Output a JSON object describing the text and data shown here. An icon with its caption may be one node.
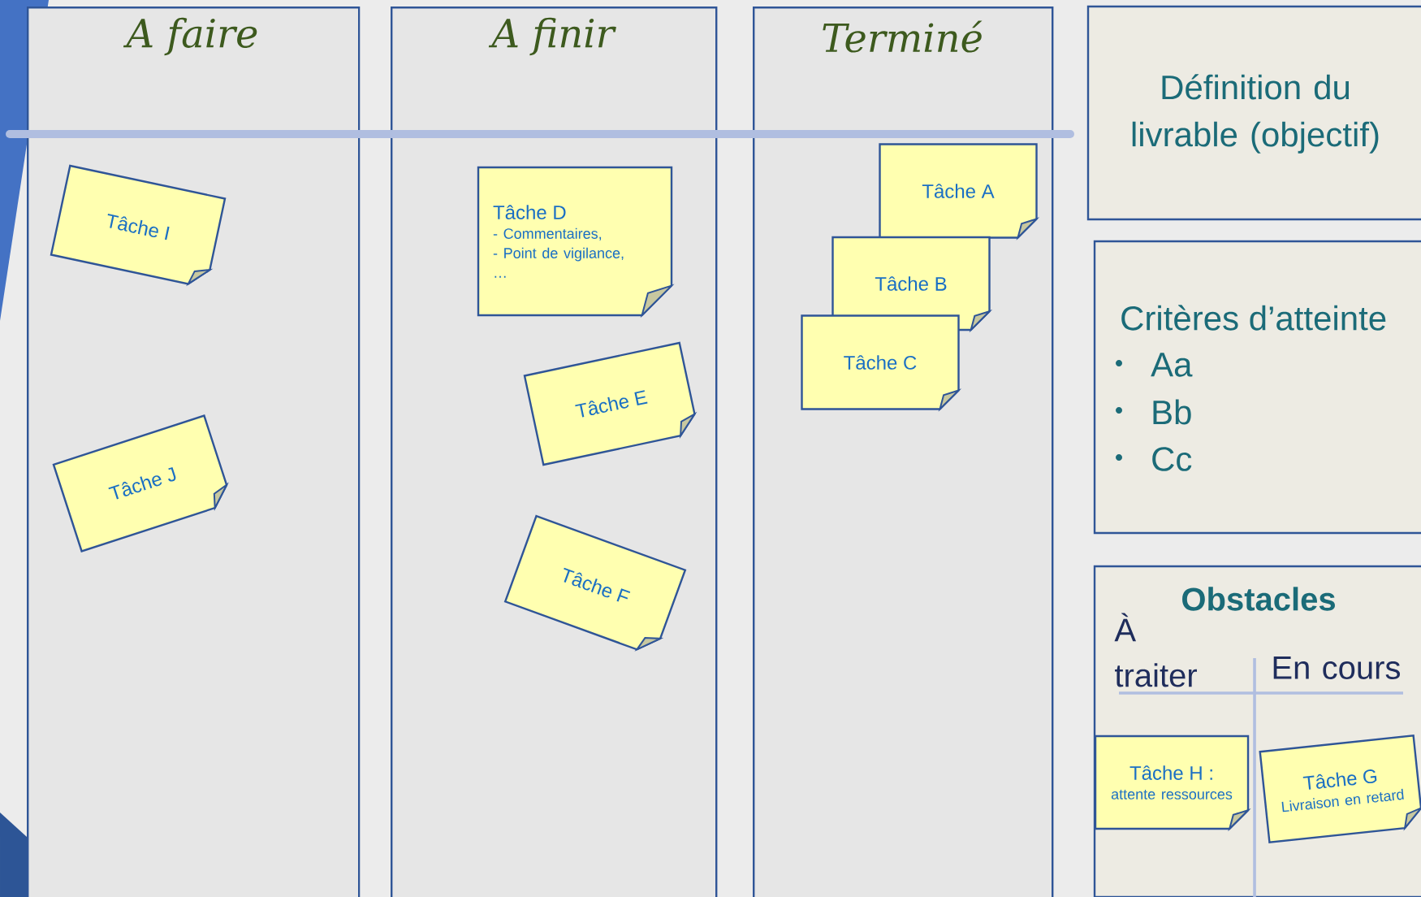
{
  "diagram": {
    "nodes": [
      {
        "text": [
          "A faire"
        ]
      },
      {
        "text": [
          "Tâche I"
        ],
        "in": 0
      },
      {
        "text": [
          "Tâche J"
        ],
        "in": 0
      },
      {
        "text": [
          "A finir"
        ]
      },
      {
        "text": [
          "Tâche D",
          "- Commentaires,",
          "- Point de vigilance,",
          "…"
        ],
        "in": 3
      },
      {
        "text": [
          "Tâche E"
        ],
        "in": 3
      },
      {
        "text": [
          "Tâche F"
        ],
        "in": 3
      },
      {
        "text": [
          "Terminé"
        ]
      },
      {
        "text": [
          "Tâche A"
        ],
        "in": 7
      },
      {
        "text": [
          "Tâche B"
        ],
        "in": 7
      },
      {
        "text": [
          "Tâche C"
        ],
        "in": 7
      },
      {
        "text": [
          "Définition du livrable (objectif)"
        ]
      },
      {
        "text": [
          "Critères d’atteinte",
          "Aa",
          "Bb",
          "Cc"
        ]
      },
      {
        "text": [
          "Obstacles"
        ]
      },
      {
        "text": [
          "Tâche H :",
          "attente ressources"
        ],
        "in": 13
      },
      {
        "text": [
          "Tâche G",
          "Livraison en retard"
        ],
        "in": 13
      }
    ],
    "labels": [
      "À traiter",
      "En cours"
    ]
  }
}
